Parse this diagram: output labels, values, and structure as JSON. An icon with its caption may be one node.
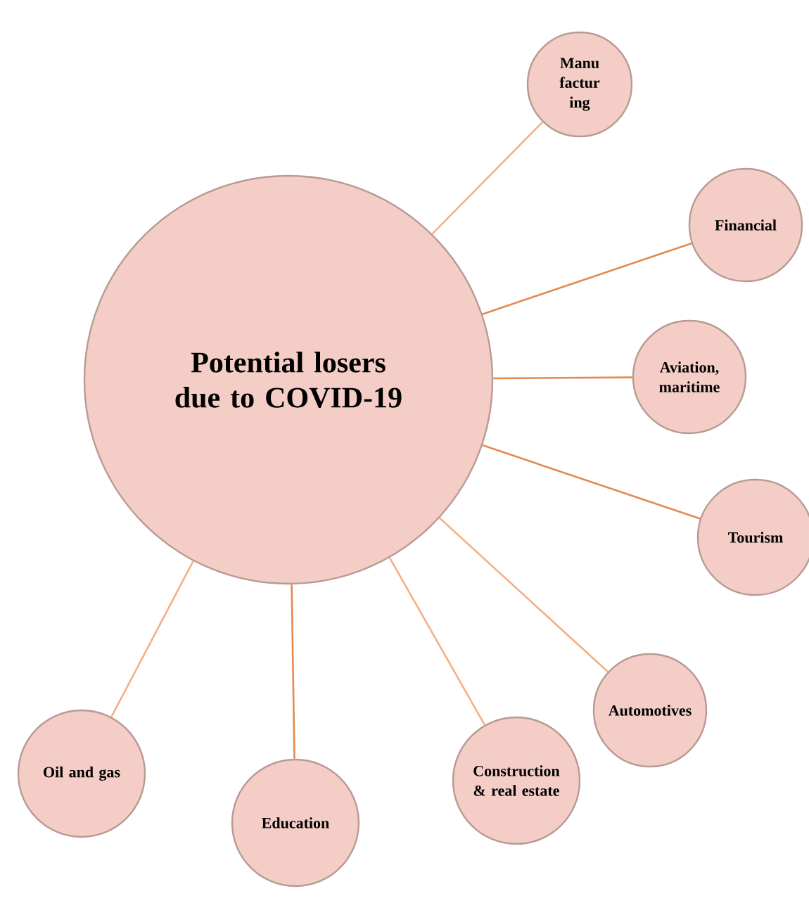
{
  "diagram": {
    "nodes": [
      {
        "text": [
          "Potential losers due to COVID-19"
        ]
      },
      {
        "text": [
          "Manu factur ing"
        ]
      },
      {
        "text": [
          "Financial"
        ]
      },
      {
        "text": [
          "Aviation, maritime"
        ]
      },
      {
        "text": [
          "Tourism"
        ]
      },
      {
        "text": [
          "Automotives"
        ]
      },
      {
        "text": [
          "Construction & real estate"
        ]
      },
      {
        "text": [
          "Education"
        ]
      },
      {
        "text": [
          "Oil and gas"
        ]
      }
    ],
    "edges": [
      {
        "from": 0,
        "to": 1,
        "arrow": "none",
        "color": "#f4b183"
      },
      {
        "from": 0,
        "to": 2,
        "arrow": "none"
      },
      {
        "from": 0,
        "to": 3,
        "arrow": "none"
      },
      {
        "from": 0,
        "to": 4,
        "arrow": "none"
      },
      {
        "from": 0,
        "to": 5,
        "arrow": "none",
        "color": "#f4b183"
      },
      {
        "from": 0,
        "to": 6,
        "arrow": "none",
        "color": "#f4b183"
      },
      {
        "from": 0,
        "to": 7,
        "arrow": "none"
      },
      {
        "from": 0,
        "to": 8,
        "arrow": "none",
        "color": "#f4b183"
      }
    ]
  }
}
